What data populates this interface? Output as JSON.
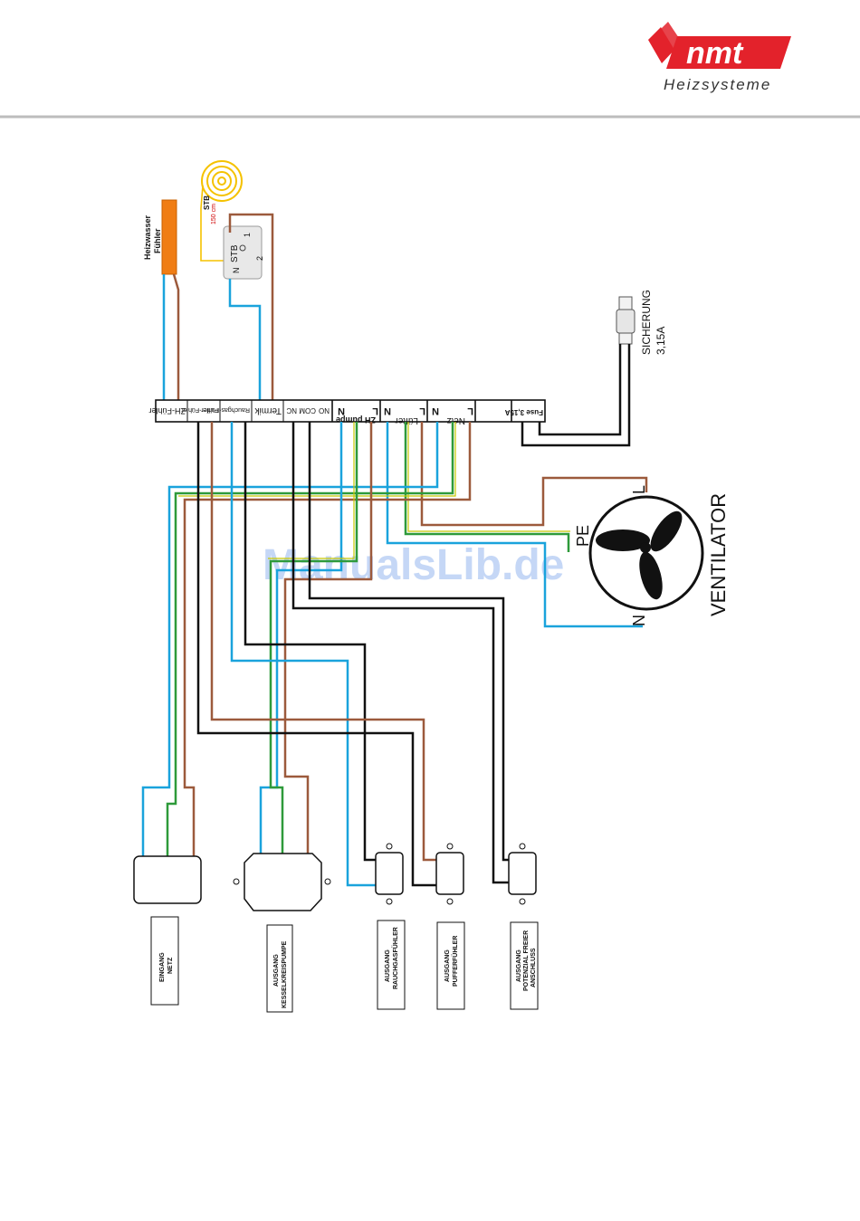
{
  "header": {
    "brand": "nmt",
    "tagline": "Heizsysteme",
    "brand_color": "#e3222b"
  },
  "watermark": "ManualsLib.de",
  "sensor": {
    "label_line1": "Heizwasser",
    "label_line2": "Fühler"
  },
  "stb": {
    "label": "STB",
    "temp": "150 cm",
    "module_label": "STB",
    "pin1": "1",
    "pin2": "2",
    "pin_n": "N"
  },
  "fuse": {
    "label_line1": "SICHERUNG",
    "label_line2": "3,15A"
  },
  "terminal_strip": {
    "labels": [
      "ZH-Fühler",
      "Puffer-Fühler",
      "Rauchgas-Fühler",
      "Termik",
      "NC",
      "COM",
      "NO",
      "N",
      "ZH pumpe",
      "L",
      "N",
      "Lüfter",
      "L",
      "N",
      "Netz",
      "L",
      "Fuse 3,15A"
    ]
  },
  "fan": {
    "label": "VENTILATOR",
    "l": "L",
    "pe": "PE",
    "n": "N"
  },
  "outputs": [
    {
      "line1": "EINGANG",
      "line2": "NETZ",
      "line3": ""
    },
    {
      "line1": "AUSGANG",
      "line2": "KESSELKREISPUMPE",
      "line3": ""
    },
    {
      "line1": "AUSGANG",
      "line2": "RAUCHGASFÜHLER",
      "line3": ""
    },
    {
      "line1": "AUSGANG",
      "line2": "PUFFERFÜHLER",
      "line3": ""
    },
    {
      "line1": "AUSGANG",
      "line2": "POTENZIAL FREIER",
      "line3": "ANSCHLUSS"
    }
  ],
  "wire_colors": {
    "blue": "#1aa3dc",
    "brown": "#9c5a3c",
    "green": "#2e9a3a",
    "yellow": "#c8c800",
    "black": "#111111",
    "orange": "#f07d14",
    "coil": "#f5c200"
  }
}
